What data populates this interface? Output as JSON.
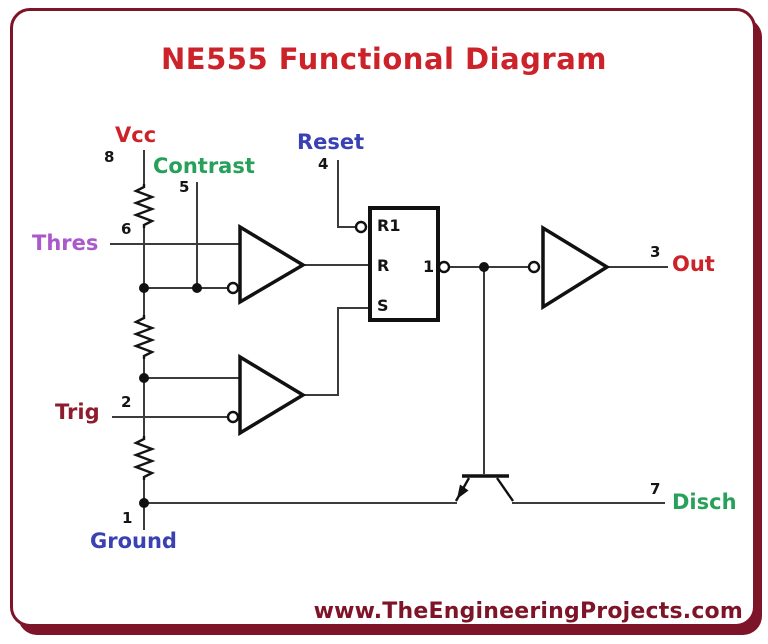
{
  "title": "NE555 Functional Diagram",
  "footer": {
    "website": "www.TheEngineeringProjects.com"
  },
  "colors": {
    "title_red": "#cc2229",
    "border_maroon": "#7d1428",
    "vcc_red": "#cc2229",
    "contrast_green": "#27a05a",
    "reset_blue": "#3a41b2",
    "thres_purple": "#a959c9",
    "trig_maroon": "#8e1b2e",
    "ground_blue": "#3a41b2",
    "out_red": "#cc2229",
    "disch_green": "#27a05a",
    "wire_gray": "#3b3b3b",
    "component_black": "#111111"
  },
  "diagram": {
    "pins": {
      "vcc": {
        "label": "Vcc",
        "number": "8"
      },
      "contrast": {
        "label": "Contrast",
        "number": "5"
      },
      "reset": {
        "label": "Reset",
        "number": "4"
      },
      "thres": {
        "label": "Thres",
        "number": "6"
      },
      "trig": {
        "label": "Trig",
        "number": "2"
      },
      "ground": {
        "label": "Ground",
        "number": "1"
      },
      "out": {
        "label": "Out",
        "number": "3"
      },
      "disch": {
        "label": "Disch",
        "number": "7"
      }
    },
    "latch": {
      "r1": "R1",
      "r": "R",
      "s": "S",
      "out": "1"
    }
  }
}
